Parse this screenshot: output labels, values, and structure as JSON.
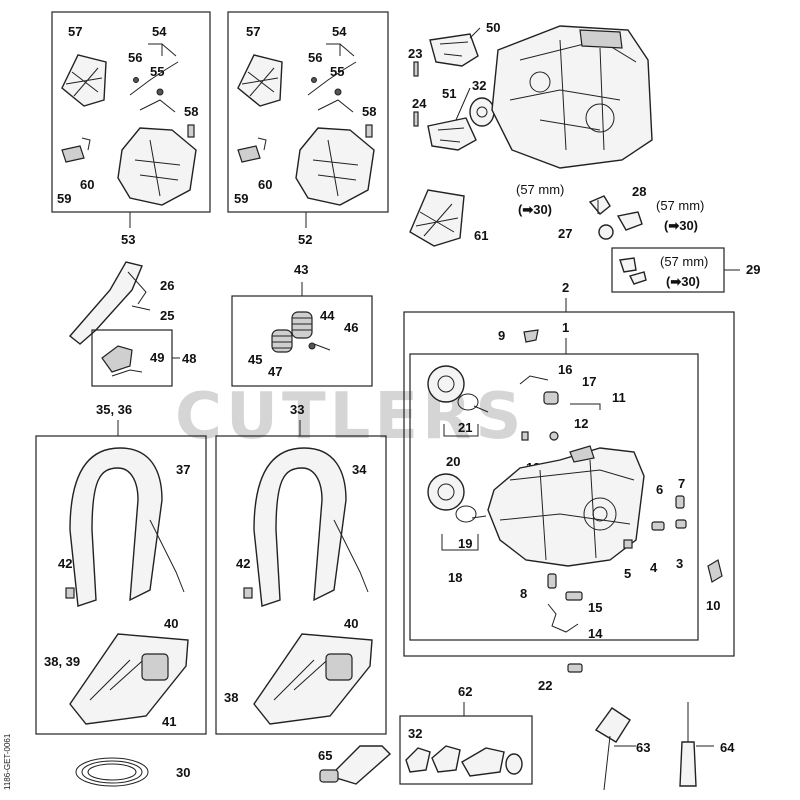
{
  "watermark": "CUTLERS",
  "side_code": "1186-GET-0061",
  "labels": {
    "l1": "1",
    "l2": "2",
    "l3": "3",
    "l4": "4",
    "l5": "5",
    "l6": "6",
    "l7": "7",
    "l8": "8",
    "l9": "9",
    "l10": "10",
    "l11": "11",
    "l12": "12",
    "l13": "13",
    "l14": "14",
    "l15": "15",
    "l16": "16",
    "l17": "17",
    "l18": "18",
    "l19": "19",
    "l20": "20",
    "l21": "21",
    "l22": "22",
    "l23": "23",
    "l24": "24",
    "l25": "25",
    "l26": "26",
    "l27": "27",
    "l28": "28",
    "l29": "29",
    "l30": "30",
    "l32a": "32",
    "l32b": "32",
    "l33": "33",
    "l34": "34",
    "l3536": "35, 36",
    "l37": "37",
    "l38": "38",
    "l3839": "38, 39",
    "l40a": "40",
    "l40b": "40",
    "l41": "41",
    "l42a": "42",
    "l42b": "42",
    "l43": "43",
    "l44": "44",
    "l45": "45",
    "l46": "46",
    "l47": "47",
    "l48": "48",
    "l49": "49",
    "l50": "50",
    "l51": "51",
    "l52": "52",
    "l53": "53",
    "l54a": "54",
    "l54b": "54",
    "l55a": "55",
    "l55b": "55",
    "l56a": "56",
    "l56b": "56",
    "l57a": "57",
    "l57b": "57",
    "l58a": "58",
    "l58b": "58",
    "l59a": "59",
    "l59b": "59",
    "l60a": "60",
    "l60b": "60",
    "l61": "61",
    "l62": "62",
    "l63": "63",
    "l64": "64",
    "l65": "65"
  },
  "notes": {
    "n1_size": "(57 mm)",
    "n1_ref": "(➡30)",
    "n2_size": "(57 mm)",
    "n2_ref": "(➡30)",
    "n3_size": "(57 mm)",
    "n3_ref": "(➡30)"
  }
}
